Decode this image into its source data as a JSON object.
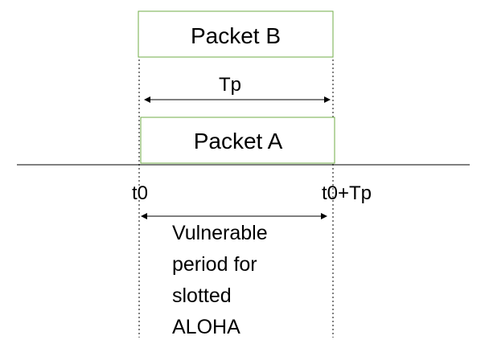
{
  "diagram": {
    "packet_b": {
      "label": "Packet B"
    },
    "packet_a": {
      "label": "Packet A"
    },
    "duration_label": "Tp",
    "start_label": "t0",
    "end_label": "t0+Tp",
    "vulnerable_label": [
      "Vulnerable",
      "period for",
      "slotted",
      "ALOHA"
    ]
  },
  "colors": {
    "box_border": "#70AD47",
    "line": "#000000",
    "text": "#000000",
    "background": "#FFFFFF"
  }
}
